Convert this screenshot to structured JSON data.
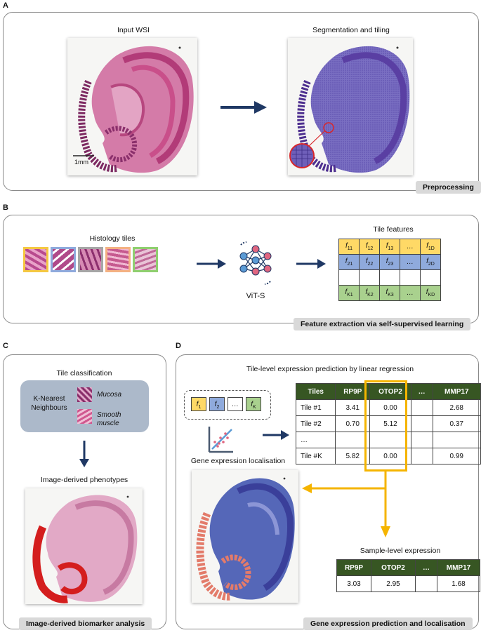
{
  "panels": {
    "a": {
      "letter": "A",
      "input_label": "Input WSI",
      "seg_label": "Segmentation and tiling",
      "scalebar": "1mm",
      "tag": "Preprocessing"
    },
    "b": {
      "letter": "B",
      "histology_label": "Histology tiles",
      "model_label": "ViT-S",
      "features_label": "Tile features",
      "tag": "Feature extraction via self-supervised learning",
      "tile_colors": [
        "#f5c842",
        "#8faadc",
        "#a6a6a6",
        "#f4b183",
        "#8fcf6f"
      ],
      "feature_rows": [
        {
          "color": "#ffd966",
          "cells": [
            [
              "f",
              "11"
            ],
            [
              "f",
              "12"
            ],
            [
              "f",
              "13"
            ],
            [
              "…",
              ""
            ],
            [
              "f",
              "1D"
            ]
          ]
        },
        {
          "color": "#8faadc",
          "cells": [
            [
              "f",
              "21"
            ],
            [
              "f",
              "22"
            ],
            [
              "f",
              "23"
            ],
            [
              "…",
              ""
            ],
            [
              "f",
              "2D"
            ]
          ]
        },
        {
          "color": "#ffffff",
          "cells": [
            [
              "",
              ""
            ],
            [
              "",
              ""
            ],
            [
              "",
              ""
            ],
            [
              "",
              ""
            ],
            [
              "",
              ""
            ]
          ]
        },
        {
          "color": "#a9d18e",
          "cells": [
            [
              "f",
              "K1"
            ],
            [
              "f",
              "K2"
            ],
            [
              "f",
              "K3"
            ],
            [
              "…",
              ""
            ],
            [
              "f",
              "KD"
            ]
          ]
        }
      ]
    },
    "c": {
      "letter": "C",
      "tile_classification": "Tile classification",
      "knn": "K-Nearest Neighbours",
      "class1": "Mucosa",
      "class2": "Smooth muscle",
      "phenotypes": "Image-derived phenotypes",
      "tag": "Image-derived biomarker analysis"
    },
    "d": {
      "letter": "D",
      "title": "Tile-level expression prediction by linear regression",
      "feature_chips": [
        {
          "t": "f",
          "s": "1",
          "color": "#ffd966"
        },
        {
          "t": "f",
          "s": "2",
          "color": "#8faadc"
        },
        {
          "t": "…",
          "s": "",
          "color": "#ffffff"
        },
        {
          "t": "f",
          "s": "K",
          "color": "#a9d18e"
        }
      ],
      "table": {
        "headers": [
          "Tiles",
          "RP9P",
          "OTOP2",
          "…",
          "MMP17"
        ],
        "rows": [
          [
            "Tile #1",
            "3.41",
            "0.00",
            "",
            "2.68"
          ],
          [
            "Tile #2",
            "0.70",
            "5.12",
            "",
            "0.37"
          ],
          [
            "…",
            "",
            "",
            "",
            ""
          ],
          [
            "Tile #K",
            "5.82",
            "0.00",
            "",
            "0.99"
          ]
        ]
      },
      "localisation": "Gene expression localisation",
      "sample_level": "Sample-level expression",
      "sample_table": {
        "headers": [
          "RP9P",
          "OTOP2",
          "…",
          "MMP17"
        ],
        "values": [
          "3.03",
          "2.95",
          "",
          "1.68"
        ]
      },
      "tag": "Gene expression prediction and localisation",
      "highlight_color": "#f5b400"
    }
  }
}
